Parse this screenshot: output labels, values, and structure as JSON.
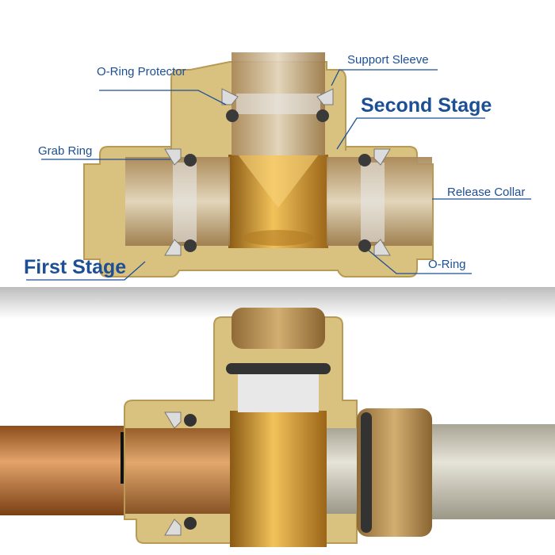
{
  "top_diagram": {
    "labels": {
      "o_ring_protector": "O-Ring Protector",
      "support_sleeve": "Support Sleeve",
      "second_stage": "Second Stage",
      "grab_ring": "Grab Ring",
      "release_collar": "Release Collar",
      "first_stage": "First Stage",
      "o_ring": "O-Ring"
    }
  },
  "colors": {
    "label": "#1d4f94",
    "shell": "#d9c27f",
    "brass": "#c9962e",
    "copper": "#b8733a",
    "pex": "#cfcabb",
    "o_ring": "#3a3a3a"
  }
}
